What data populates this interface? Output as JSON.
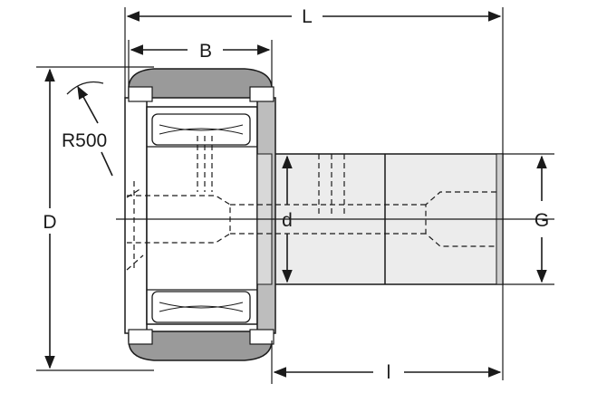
{
  "labels": {
    "L": "L",
    "B": "B",
    "D": "D",
    "d": "d",
    "G": "G",
    "l": "l",
    "R": "R500"
  },
  "colors": {
    "line": "#1a1a1a",
    "fill_light": "#dcdcdc",
    "fill_tire": "#9a9a9a",
    "fill_body": "#ececec",
    "background": "#ffffff"
  }
}
